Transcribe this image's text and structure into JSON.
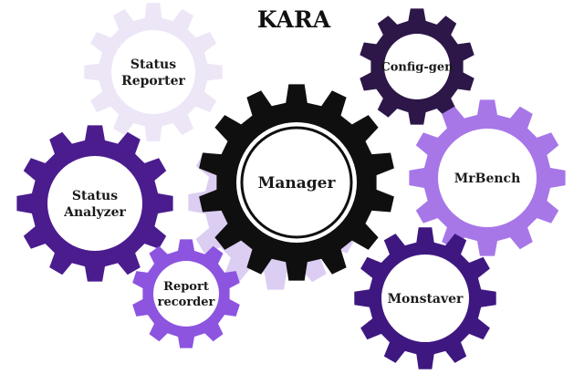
{
  "title": "KARA",
  "colors": {
    "title": "#111111",
    "label": "#1a1a1a",
    "manager_ring": "#ffffff"
  },
  "gears": [
    {
      "id": "status-reporter",
      "lines": [
        "Status",
        "Reporter"
      ],
      "color": "#ece6f7",
      "icon": "gear-icon"
    },
    {
      "id": "config-gen",
      "lines": [
        "Config-gen"
      ],
      "color": "#2c1748",
      "icon": "gear-icon"
    },
    {
      "id": "status-analyzer",
      "lines": [
        "Status",
        "Analyzer"
      ],
      "color": "#4a1c8e",
      "icon": "gear-icon"
    },
    {
      "id": "manager",
      "lines": [
        "Manager"
      ],
      "color": "#0f0f0f",
      "icon": "gear-icon"
    },
    {
      "id": "mrbench",
      "lines": [
        "MrBench"
      ],
      "color": "#a777e8",
      "icon": "gear-icon"
    },
    {
      "id": "report-recorder",
      "lines": [
        "Report",
        "recorder"
      ],
      "color": "#8d54e0",
      "icon": "gear-icon"
    },
    {
      "id": "monstaver",
      "lines": [
        "Monstaver"
      ],
      "color": "#3e1880",
      "icon": "gear-icon"
    }
  ]
}
